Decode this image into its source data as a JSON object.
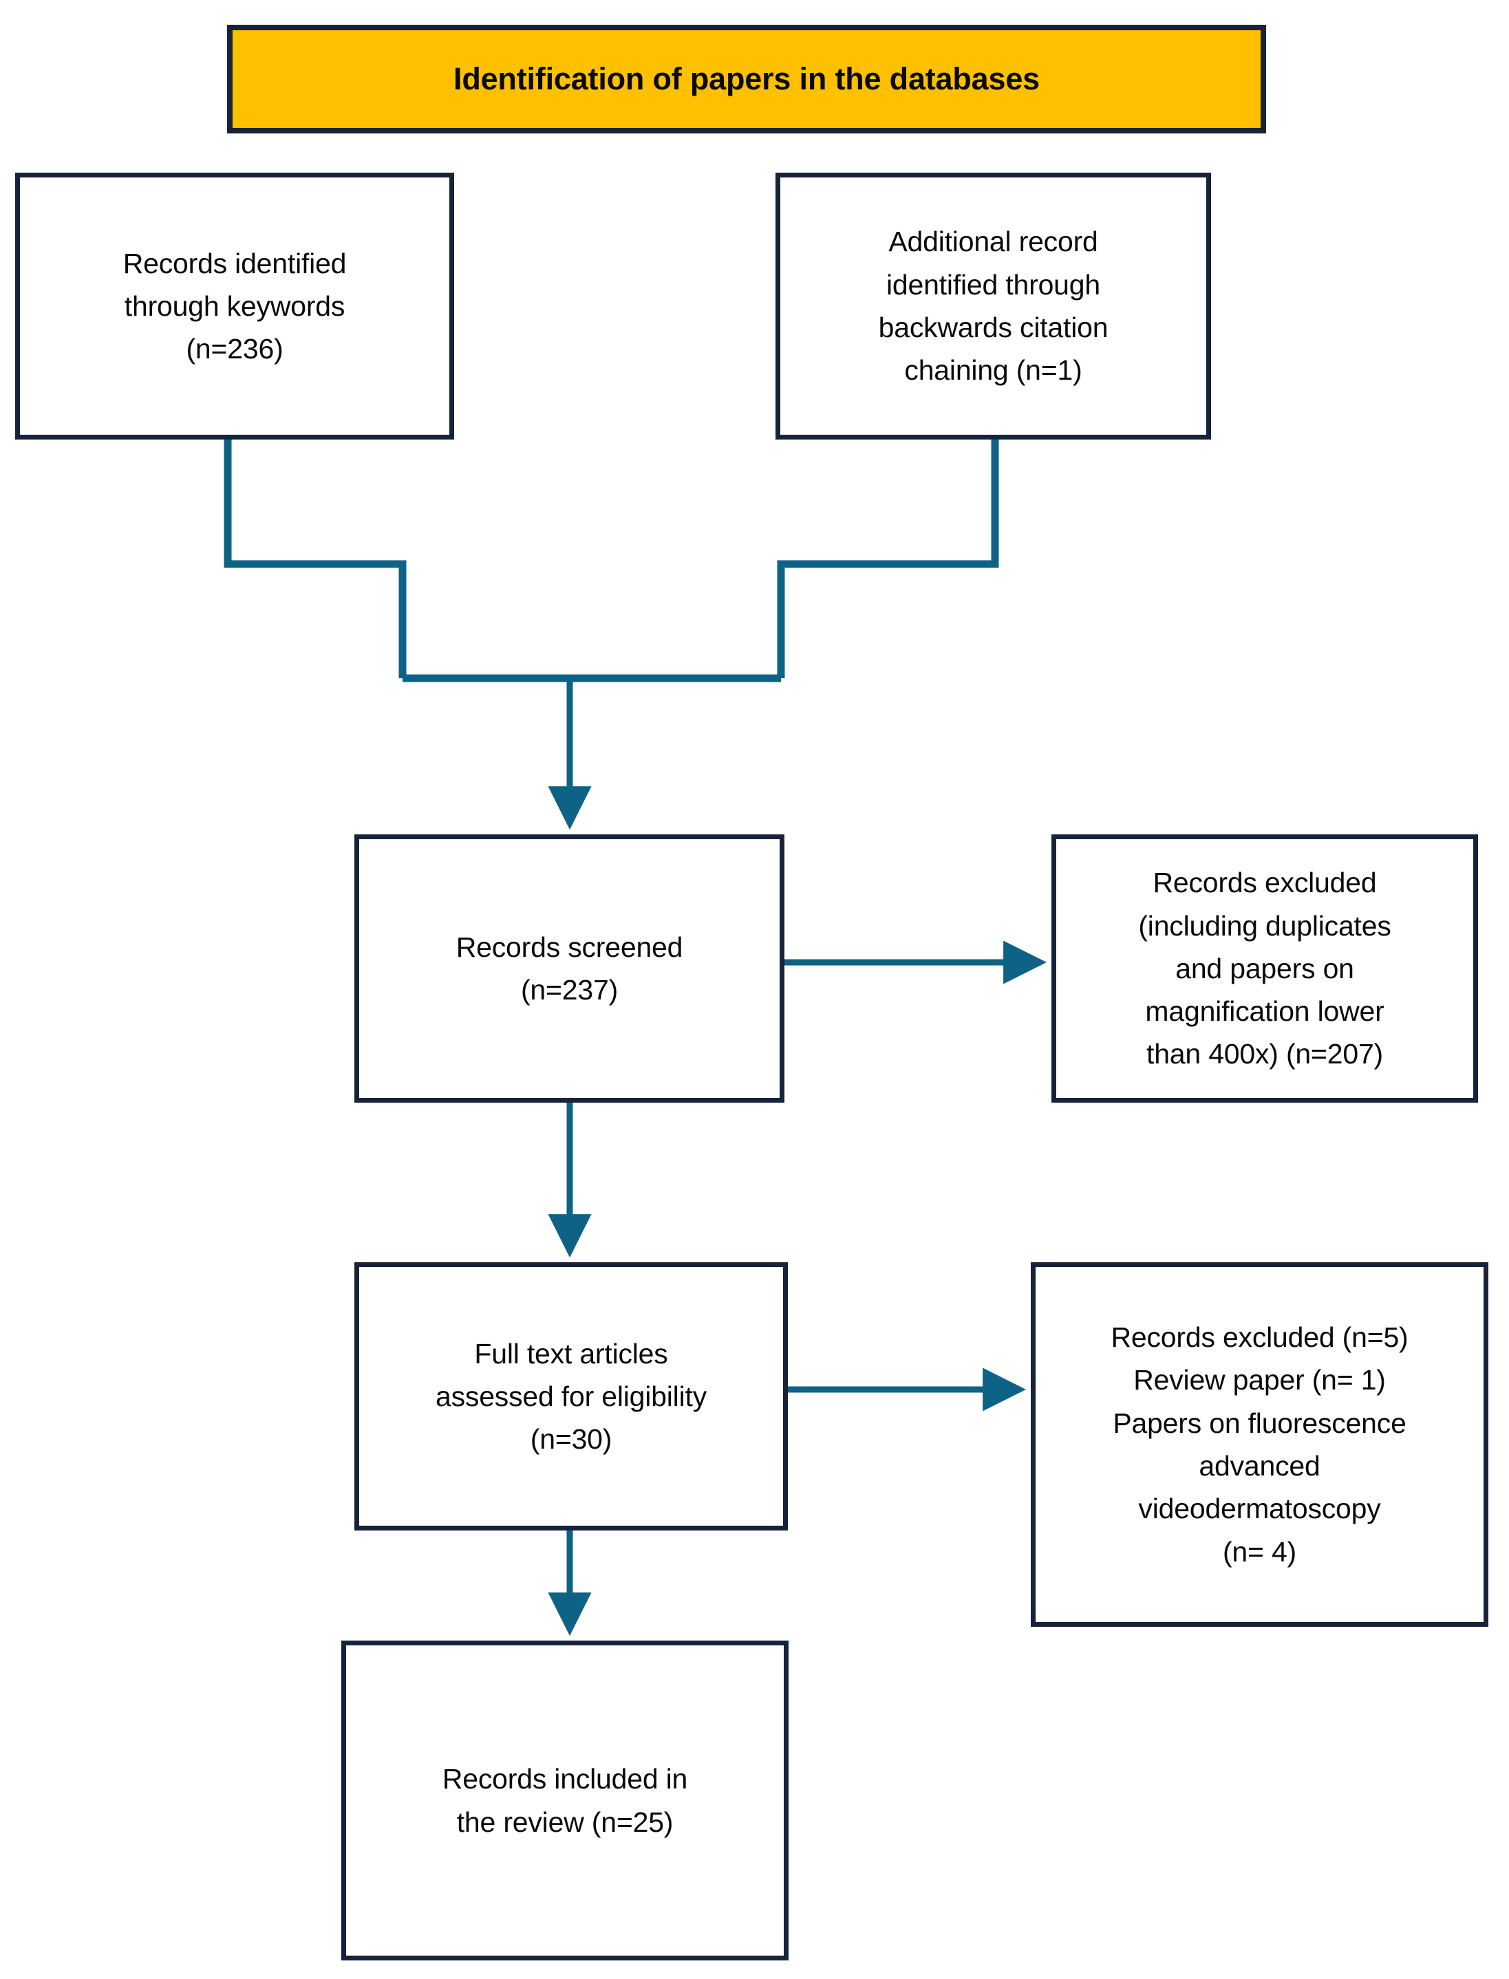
{
  "diagram": {
    "title": "Identification of papers in the databases",
    "accent_banner_color": "#FFC000",
    "box_border_color": "#16233a",
    "connector_color": "#0E6285",
    "background_color": "#FFFFFF"
  },
  "nodes": {
    "banner": {
      "label": "Identification of papers in the databases"
    },
    "identified": {
      "label": "Records identified\nthrough keywords\n(n=236)",
      "count": 236
    },
    "additional": {
      "label": "Additional record\nidentified through\nbackwards citation\nchaining (n=1)",
      "count": 1
    },
    "screened": {
      "label": "Records screened\n(n=237)",
      "count": 237
    },
    "excluded_screening": {
      "label": "Records excluded\n(including duplicates\nand papers on\nmagnification lower\nthan 400x) (n=207)",
      "count": 207
    },
    "fulltext": {
      "label": "Full text articles\nassessed for eligibility\n(n=30)",
      "count": 30
    },
    "excluded_eligibility": {
      "label": "Records excluded (n=5)\nReview paper (n= 1)\nPapers on fluorescence\nadvanced\nvideodermatoscopy\n(n= 4)",
      "count": 5,
      "review_paper": 1,
      "fluorescence_advanced_videodermatoscopy": 4
    },
    "included": {
      "label": "Records included in\nthe review (n=25)",
      "count": 25
    }
  },
  "connectors": [
    {
      "name": "identified-to-merge",
      "from": "identified",
      "to": "screened",
      "arrow": false
    },
    {
      "name": "additional-to-merge",
      "from": "additional",
      "to": "screened",
      "arrow": false
    },
    {
      "name": "merge-to-screened",
      "from": "merge",
      "to": "screened",
      "arrow": true
    },
    {
      "name": "screened-to-excluded-screening",
      "from": "screened",
      "to": "excluded_screening",
      "arrow": true
    },
    {
      "name": "screened-to-fulltext",
      "from": "screened",
      "to": "fulltext",
      "arrow": true
    },
    {
      "name": "fulltext-to-excluded-eligibility",
      "from": "fulltext",
      "to": "excluded_eligibility",
      "arrow": true
    },
    {
      "name": "fulltext-to-included",
      "from": "fulltext",
      "to": "included",
      "arrow": true
    }
  ]
}
